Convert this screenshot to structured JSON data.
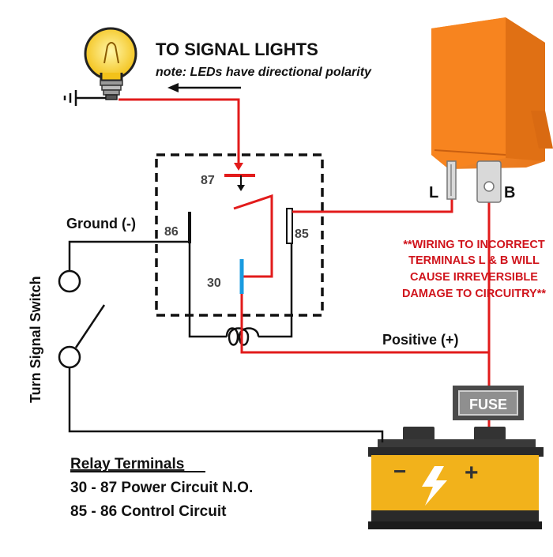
{
  "header": {
    "title": "TO SIGNAL LIGHTS",
    "note": "note: LEDs have directional polarity"
  },
  "relay": {
    "pin_87": "87",
    "pin_86": "86",
    "pin_85": "85",
    "pin_30": "30"
  },
  "flasher": {
    "terminal_l": "L",
    "terminal_b": "B"
  },
  "labels": {
    "ground": "Ground (-)",
    "positive": "Positive (+)",
    "switch": "Turn Signal Switch",
    "fuse": "FUSE",
    "battery_minus": "−",
    "battery_plus": "+"
  },
  "warning": {
    "lines": [
      "**WIRING TO INCORRECT",
      "TERMINALS L & B WILL",
      "CAUSE IRREVERSIBLE",
      "DAMAGE TO CIRCUITRY**"
    ]
  },
  "legend": {
    "heading": "Relay Terminals",
    "line1": "30 - 87 Power Circuit N.O.",
    "line2": "85 - 86 Control Circuit"
  },
  "colors": {
    "wire_red": "#e21b1b",
    "wire_black": "#111111",
    "flasher_orange": "#f7841f",
    "battery_yellow": "#f2b21b",
    "contact_blue": "#1a9be0",
    "warning_red": "#d0141c"
  }
}
